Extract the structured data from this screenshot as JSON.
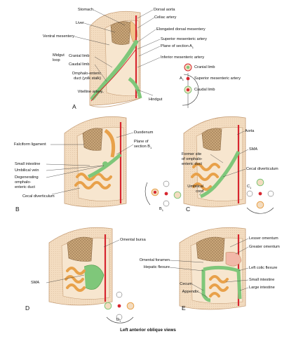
{
  "caption": "Left anterior oblique views",
  "panels": {
    "A": {
      "letter": "A",
      "labels": {
        "stomach": "Stomach",
        "liver": "Liver",
        "ventral_mesentery": "Ventral mesentery",
        "midgut_loop_1": "Midgut",
        "midgut_loop_2": "loop",
        "cranial_limb": "Cranial limb",
        "caudal_limb": "Caudal limb",
        "omphalo_1": "Omphalo-enteric",
        "omphalo_2": "duct (yolk stalk)",
        "vitelline_artery": "Vitelline artery",
        "dorsal_aorta": "Dorsal aorta",
        "celiac_artery": "Celiac artery",
        "elongated_dorsal_mesentery": "Elongated dorsal mesentery",
        "superior_mesenteric_artery": "Superior mesenteric artery",
        "plane_of_section": "Plane of section A",
        "plane_sub": "1",
        "inferior_mesenteric_artery": "Inferior mesenteric artery",
        "hindgut": "Hindgut",
        "inset_cranial_limb": "Cranial limb",
        "inset_sma": "Superior mesenteric artery",
        "inset_caudal_limb": "Caudal limb",
        "inset_label": "A",
        "inset_sub": "1"
      }
    },
    "B": {
      "letter": "B",
      "labels": {
        "falciform": "Falciform ligament",
        "duodenum": "Duodenum",
        "plane_1": "Plane of",
        "plane_2": "section B",
        "plane_sub": "1",
        "small_intestine": "Small intestine",
        "umbilical_vein": "Umbilical vein",
        "degenerating_1": "Degenerating",
        "degenerating_2": "omphalo-",
        "degenerating_3": "enteric duct",
        "cecal_diverticulum": "Cecal diverticulum",
        "inset_label": "B",
        "inset_sub": "1"
      }
    },
    "C": {
      "letter": "C",
      "labels": {
        "aorta": "Aorta",
        "former_1": "Former site",
        "former_2": "of omphalo-",
        "former_3": "enteric duct",
        "sma": "SMA",
        "cecal_diverticulum": "Cecal diverticulum",
        "umbilical_1": "Umbilical",
        "umbilical_2": "cord",
        "inset_label": "C",
        "inset_sub": "1"
      }
    },
    "D": {
      "letter": "D",
      "labels": {
        "omental_bursa": "Omental bursa",
        "sma": "SMA",
        "inset_label": "D",
        "inset_sub": "1"
      }
    },
    "E": {
      "letter": "E",
      "labels": {
        "lesser_omentum": "Lesser omentum",
        "greater_omentum": "Greater omentum",
        "omental_foramen": "Omental foramen",
        "hepatic_flexure": "Hepatic flexure",
        "left_colic_flexure": "Left colic flexure",
        "small_intestine": "Small intestine",
        "cecum": "Cecum",
        "large_intestine": "Large intestine",
        "appendix": "Appendix"
      }
    }
  },
  "colors": {
    "body_wall": "#f3dcc0",
    "wall_edge": "#c79f78",
    "peritoneum": "#e8c99a",
    "artery": "#d7262f",
    "midgut": "#7fc77a",
    "intestine": "#e8a14a",
    "liver": "#b98b5a",
    "dotted": "#a08a70"
  }
}
